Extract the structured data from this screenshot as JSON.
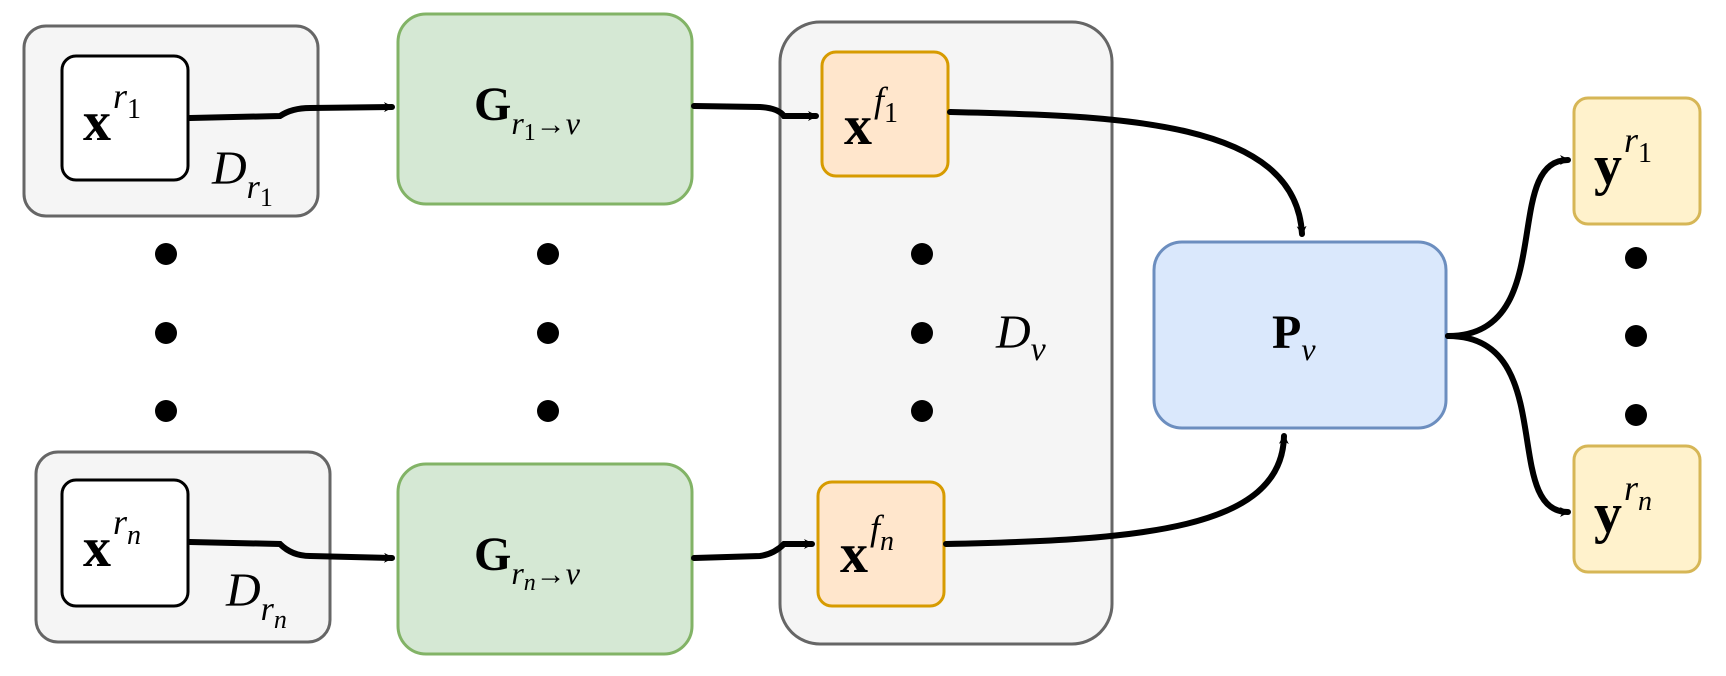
{
  "colors": {
    "gray_fill": "#f5f5f5",
    "gray_stroke": "#666666",
    "green_fill": "#d5e8d4",
    "green_stroke": "#82b366",
    "orange_fill": "#ffe6cc",
    "orange_stroke": "#d79b00",
    "blue_fill": "#dae8fc",
    "blue_stroke": "#6c8ebf",
    "yellow_fill": "#fff2cc",
    "yellow_stroke": "#d6b656",
    "ink": "#000000"
  },
  "source_domains": [
    {
      "domain": {
        "letter": "D",
        "sub": "r",
        "subsub": "1"
      },
      "input": {
        "base": "x",
        "sup": "r",
        "supsub": "1"
      }
    },
    {
      "domain": {
        "letter": "D",
        "sub": "r",
        "subsub": "n"
      },
      "input": {
        "base": "x",
        "sup": "r",
        "supsub": "n"
      }
    }
  ],
  "generators": [
    {
      "base": "G",
      "sub": "r",
      "subsub": "1",
      "arrow": "→",
      "target": "v"
    },
    {
      "base": "G",
      "sub": "r",
      "subsub": "n",
      "arrow": "→",
      "target": "v"
    }
  ],
  "fake_samples": [
    {
      "base": "x",
      "sup": "f",
      "supsub": "1"
    },
    {
      "base": "x",
      "sup": "f",
      "supsub": "n"
    }
  ],
  "target_domain": {
    "letter": "D",
    "sub": "v"
  },
  "predictor": {
    "base": "P",
    "sub": "v"
  },
  "outputs": [
    {
      "base": "y",
      "sup": "r",
      "supsub": "1"
    },
    {
      "base": "y",
      "sup": "r",
      "supsub": "n"
    }
  ]
}
